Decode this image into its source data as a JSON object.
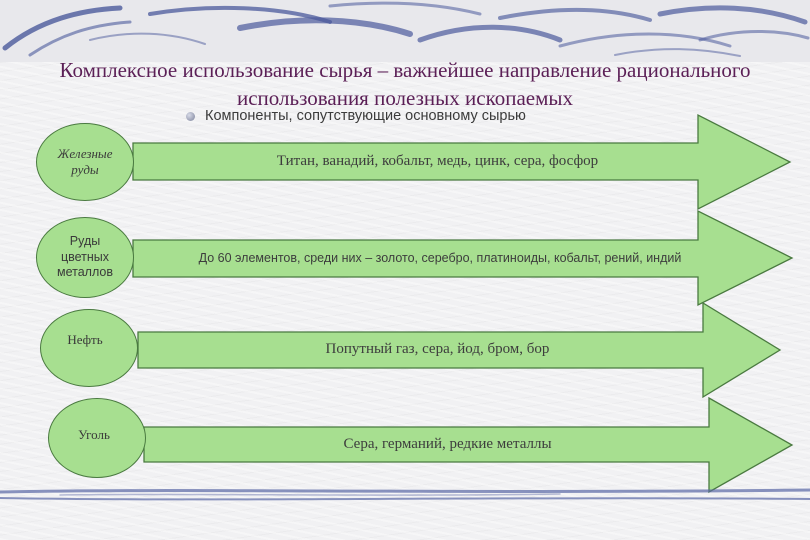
{
  "slide": {
    "title": "Комплексное использование сырья – важнейшее направление рационального использования полезных ископаемых",
    "subtitle": "Компоненты, сопутствующие основному сырью"
  },
  "rows": [
    {
      "source": "Железные\nруды",
      "components": "Титан, ванадий, кобальт, медь, цинк, сера, фосфор"
    },
    {
      "source": "Руды\nцветных\nметаллов",
      "components": "До 60 элементов, среди них – золото, серебро, платиноиды, кобальт, рений, индий"
    },
    {
      "source": "Нефть",
      "components": "Попутный газ, сера, йод, бром, бор"
    },
    {
      "source": "Уголь",
      "components": "Сера, германий, редкие металлы"
    }
  ],
  "colors": {
    "title": "#5b1f56",
    "fill": "#a7df90",
    "stroke": "#4a7a40"
  }
}
